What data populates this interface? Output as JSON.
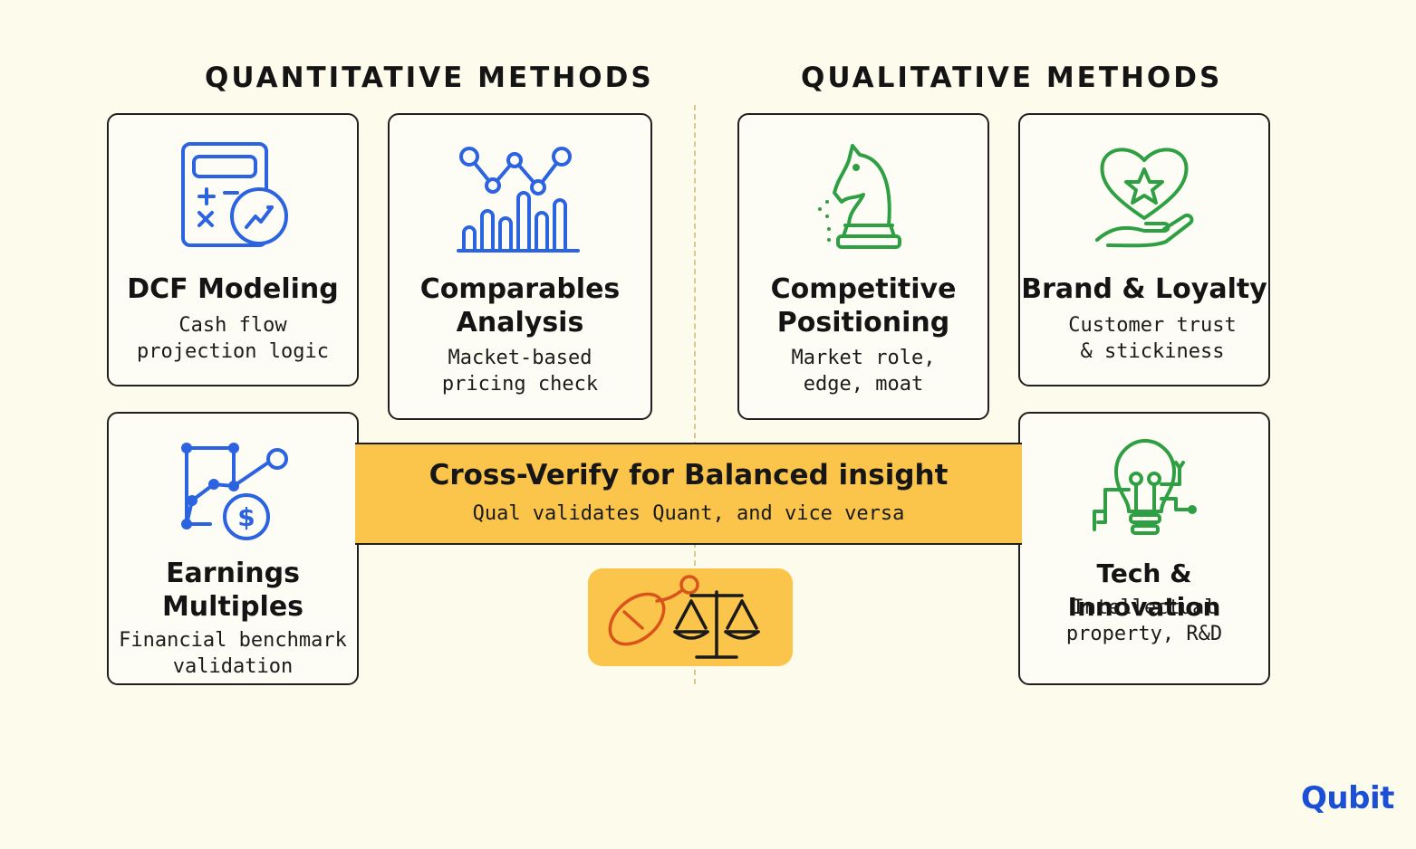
{
  "sections": {
    "quantitative": "QUANTITATIVE METHODS",
    "qualitative": "QUALITATIVE METHODS"
  },
  "cards": {
    "dcf": {
      "title": "DCF Modeling",
      "desc": "Cash flow\nprojection logic",
      "icon": "calculator-chart-icon"
    },
    "comparables": {
      "title": "Comparables\nAnalysis",
      "desc": "Macket-based\npricing check",
      "icon": "bar-line-chart-icon"
    },
    "earnings": {
      "title": "Earnings\nMultiples",
      "desc": "Financial benchmark\nvalidation",
      "icon": "dollar-network-icon"
    },
    "competitive": {
      "title": "Competitive\nPositioning",
      "desc": "Market role,\nedge, moat",
      "icon": "chess-knight-icon"
    },
    "brand": {
      "title": "Brand & Loyalty",
      "desc": "Customer trust\n& stickiness",
      "icon": "heart-star-hand-icon"
    },
    "tech": {
      "title": "Tech & Innovation",
      "desc": "Intellectual\nproperty, R&D",
      "icon": "lightbulb-circuit-icon"
    }
  },
  "center": {
    "title": "Cross-Verify for Balanced insight",
    "subtitle": "Qual validates Quant, and vice versa",
    "icon": "mouse-and-scale-icon"
  },
  "brand_logo": {
    "text": "Qubit"
  },
  "colors": {
    "background": "#fdfbec",
    "accent_yellow": "#fbc54c",
    "quant_blue": "#2b63e0",
    "qual_green": "#2ea043",
    "badge_orange": "#d9541a",
    "logo_blue": "#1a4fd6"
  }
}
